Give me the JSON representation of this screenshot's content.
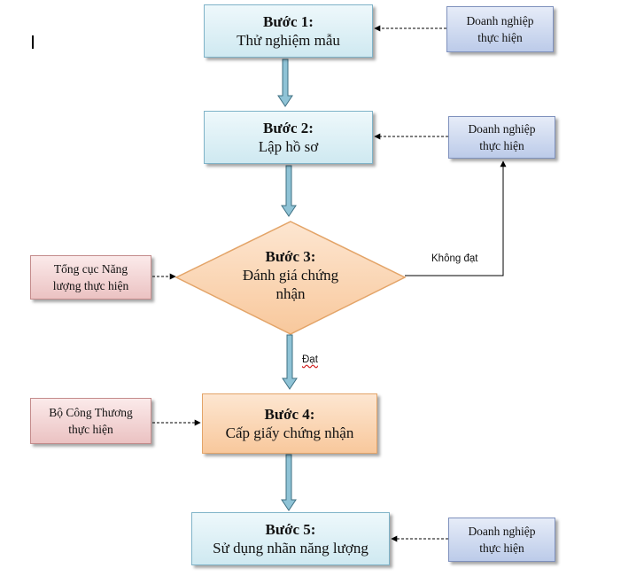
{
  "steps": [
    {
      "title": "Bước 1:",
      "lines": [
        "Thử nghiệm mẫu"
      ]
    },
    {
      "title": "Bước 2:",
      "lines": [
        "Lập hồ sơ"
      ]
    },
    {
      "title": "Bước 3:",
      "lines": [
        "Đánh giá chứng",
        "nhận"
      ]
    },
    {
      "title": "Bước 4:",
      "lines": [
        "Cấp giấy chứng nhận"
      ]
    },
    {
      "title": "Bước 5:",
      "lines": [
        "Sử dụng nhãn năng lượng"
      ]
    }
  ],
  "actors": [
    {
      "lines": [
        "Doanh nghiệp",
        "thực hiện"
      ],
      "color": "blue"
    },
    {
      "lines": [
        "Doanh nghiệp",
        "thực hiện"
      ],
      "color": "blue"
    },
    {
      "lines": [
        "Tổng cục Năng",
        "lượng thực hiện"
      ],
      "color": "red"
    },
    {
      "lines": [
        "Bộ Công Thương",
        "thực hiện"
      ],
      "color": "red"
    },
    {
      "lines": [
        "Doanh nghiệp",
        "thực hiện"
      ],
      "color": "blue"
    }
  ],
  "labels": {
    "fail": "Không đạt",
    "pass": "Đạt"
  },
  "colors": {
    "step_blue": "#cfe9f1",
    "step_orange": "#f8c89c",
    "actor_blue": "#bccbe9",
    "actor_red": "#ebc2c2",
    "arrow_fill": "#8fc3d6"
  }
}
